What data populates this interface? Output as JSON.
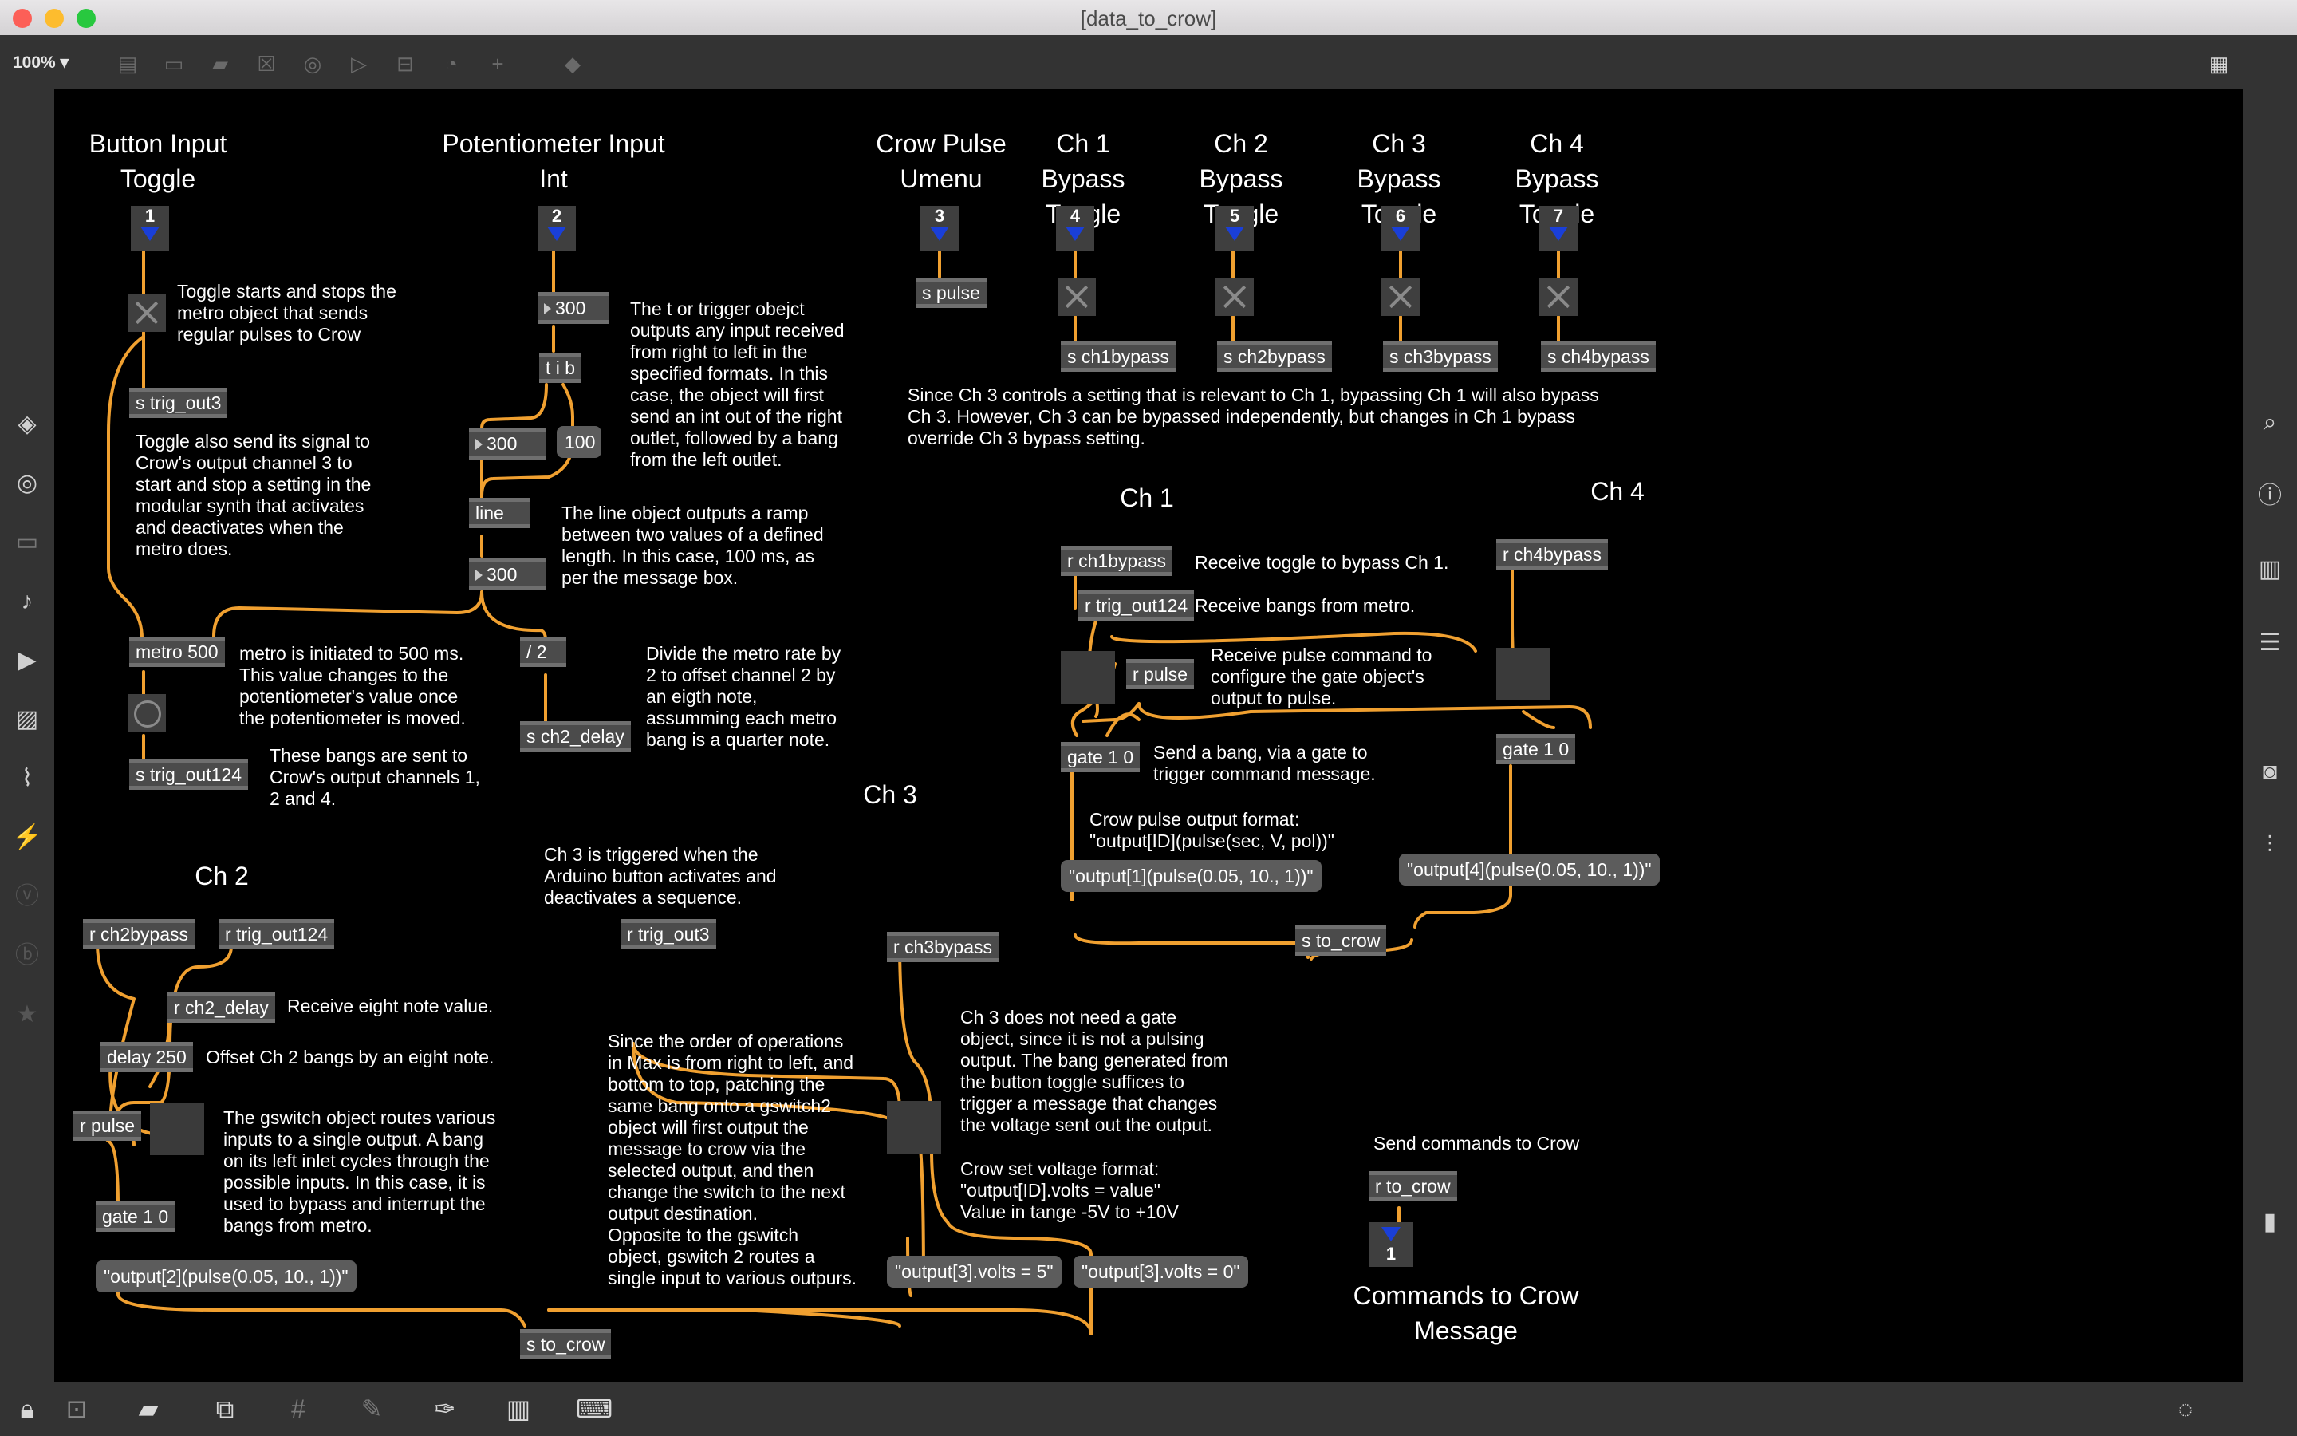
{
  "window": {
    "title": "[data_to_crow]",
    "zoom": "100%"
  },
  "headings": {
    "button_input": "Button Input\nToggle",
    "pot_input": "Potentiometer Input\nInt",
    "crow_pulse": "Crow Pulse\nUmenu",
    "ch1_bypass": "Ch 1 Bypass\nToggle",
    "ch2_bypass": "Ch 2 Bypass\nToggle",
    "ch3_bypass": "Ch 3 Bypass\nToggle",
    "ch4_bypass": "Ch 4 Bypass\nToggle",
    "ch1": "Ch 1",
    "ch2": "Ch 2",
    "ch3": "Ch 3",
    "ch4": "Ch 4",
    "commands_to_crow": "Commands to Crow\nMessage"
  },
  "inlets": {
    "in1": "1",
    "in2": "2",
    "in3": "3",
    "in4": "4",
    "in5": "5",
    "in6": "6",
    "in7": "7",
    "out1": "1"
  },
  "objects": {
    "s_trig_out3": "s trig_out3",
    "s_trig_out124": "s trig_out124",
    "metro": "metro 500",
    "t_i_b": "t i b",
    "line": "line",
    "div2": "/ 2",
    "s_ch2_delay": "s ch2_delay",
    "s_pulse": "s pulse",
    "s_ch1bypass": "s ch1bypass",
    "s_ch2bypass": "s ch2bypass",
    "s_ch3bypass": "s ch3bypass",
    "s_ch4bypass": "s ch4bypass",
    "r_ch1bypass": "r ch1bypass",
    "r_trig_out124_ch1": "r trig_out124",
    "r_pulse_ch1": "r pulse",
    "gate_ch1": "gate 1 0",
    "r_ch4bypass": "r ch4bypass",
    "gate_ch4": "gate 1 0",
    "s_to_crow_ch14": "s to_crow",
    "r_ch2bypass": "r ch2bypass",
    "r_trig_out124_ch2": "r trig_out124",
    "r_ch2_delay": "r ch2_delay",
    "delay": "delay 250",
    "r_pulse_ch2": "r pulse",
    "gate_ch2": "gate 1 0",
    "r_trig_out3": "r trig_out3",
    "r_ch3bypass": "r ch3bypass",
    "s_to_crow_bottom": "s to_crow",
    "r_to_crow": "r to_crow"
  },
  "numbers": {
    "pot_num": "300",
    "num_300a": "300",
    "num_100": "100",
    "num_300b": "300"
  },
  "messages": {
    "ch1_msg": "\"output[1](pulse(0.05, 10., 1))\"",
    "ch4_msg": "\"output[4](pulse(0.05, 10., 1))\"",
    "ch2_msg": "\"output[2](pulse(0.05, 10., 1))\"",
    "ch3_on": "\"output[3].volts = 5\"",
    "ch3_off": "\"output[3].volts = 0\""
  },
  "comments": {
    "toggle_starts": "Toggle starts and stops the\nmetro object that sends\nregular pulses to Crow",
    "toggle_also": "Toggle also send its signal to\nCrow's output channel 3 to\nstart and stop a setting in the\nmodular synth that activates\nand deactivates when the\nmetro does.",
    "trigger_obj": "The t or trigger obejct\noutputs any input received\nfrom right to left in the\nspecified formats. In this\ncase, the object will first\nsend an int out of the right\noutlet, followed by a bang\nfrom the left outlet.",
    "line_obj": "The line object outputs a ramp\nbetween two values of a defined\nlength. In this case, 100 ms, as\nper the message box.",
    "metro_init": "metro is initiated to 500 ms.\nThis value changes to the\npotentiometer's value once\nthe potentiometer is moved.",
    "divide": "Divide the metro rate by\n2 to offset channel 2 by\nan eigth note,\nassumming each metro\nbang is a quarter note.",
    "bangs_sent": "These bangs are sent to\nCrow's output channels 1,\n2 and 4.",
    "ch3_bypass_note": "Since Ch 3 controls a setting that is relevant to Ch 1, bypassing Ch 1 will also bypass\nCh 3. However, Ch 3 can be bypassed independently, but changes in Ch 1 bypass\noverride Ch 3 bypass setting.",
    "recv_toggle": "Receive toggle to bypass Ch 1.",
    "recv_bangs": "Receive bangs from metro.",
    "recv_pulse": "Receive pulse command to\nconfigure the gate object's\noutput to pulse.",
    "send_bang": "Send a bang, via a gate to\ntrigger command message.",
    "pulse_format": "Crow pulse output format:\n\"output[ID](pulse(sec, V, pol))\"",
    "recv_eighth": "Receive eight note value.",
    "offset_ch2": "Offset Ch 2 bangs by an eight note.",
    "gswitch_note": "The gswitch object routes various\ninputs to a single output. A bang\non its left inlet cycles through the\npossible inputs. In this case, it is\nused to bypass and interrupt the\nbangs from metro.",
    "ch3_triggered": "Ch 3 is triggered when the\nArduino button activates and\ndeactivates a sequence.",
    "order_ops": "Since the order of operations\nin Max is from right to left, and\nbottom to top, patching the\nsame bang onto a gswitch2\nobject will first output the\nmessage to crow via the\nselected output, and then\nchange the switch to the next\noutput destination.\nOpposite to the gswitch\nobject, gswitch 2 routes a\nsingle input to various outpurs.",
    "ch3_no_gate": "Ch 3 does not need a gate\nobject, since it is not a pulsing\noutput. The bang generated from\nthe button toggle suffices to\ntrigger a message that changes\nthe voltage sent out the output.",
    "volt_format": "Crow set voltage format:\n\"output[ID].volts = value\"\nValue in tange -5V to +10V",
    "send_cmds": "Send commands to Crow"
  },
  "colors": {
    "cable": "#f0a030",
    "canvas": "#000000",
    "object": "#4b4b4b",
    "message": "#5c5c5c",
    "inlet_arrow": "#1a3fd8"
  }
}
